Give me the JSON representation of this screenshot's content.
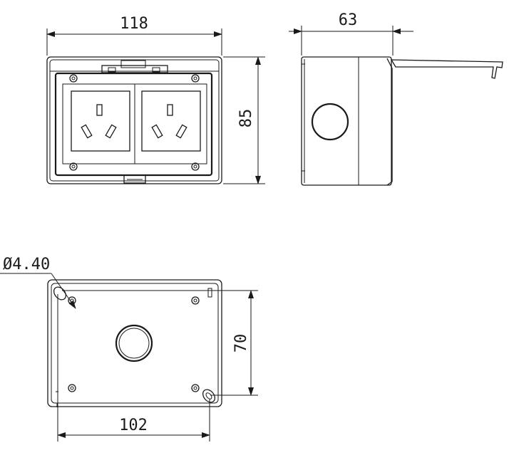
{
  "dimensions": {
    "front_width": "118",
    "front_height": "85",
    "side_depth": "63",
    "hole_diameter": "Ø4.40",
    "mount_spacing_horizontal": "102",
    "mount_spacing_vertical": "70"
  }
}
